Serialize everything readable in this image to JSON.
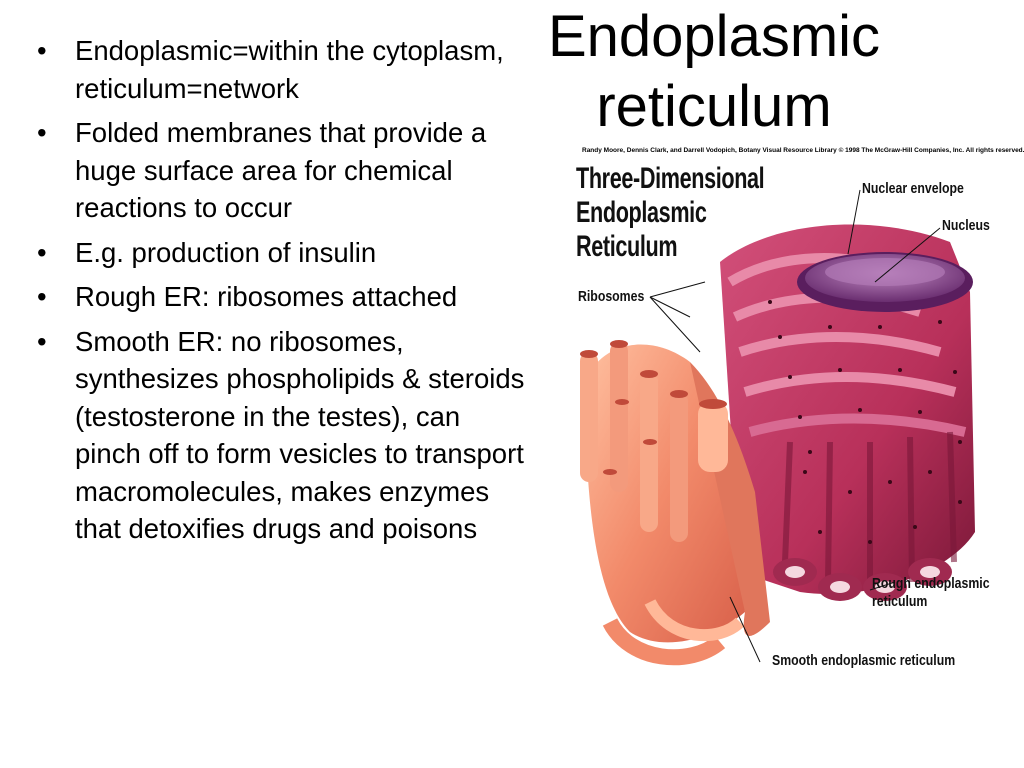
{
  "title": "Endoplasmic reticulum",
  "bullets": [
    "Endoplasmic=within the cytoplasm, reticulum=network",
    "Folded membranes that provide a huge surface area for chemical reactions to occur",
    "E.g. production of insulin",
    "Rough ER: ribosomes attached",
    "Smooth ER: no ribosomes, synthesizes phospholipids & steroids (testosterone in the testes), can pinch off to form vesicles to transport macromolecules, makes enzymes that detoxifies drugs and poisons"
  ],
  "figure": {
    "credit": "Randy Moore, Dennis Clark, and Darrell Vodopich, Botany Visual Resource Library © 1998 The McGraw-Hill Companies, Inc. All rights reserved.",
    "title_lines": [
      "Three-Dimensional",
      "Endoplasmic",
      "Reticulum"
    ],
    "labels": {
      "nuclear_envelope": "Nuclear envelope",
      "nucleus": "Nucleus",
      "ribosomes": "Ribosomes",
      "rough_er_1": "Rough endoplasmic",
      "rough_er_2": "reticulum",
      "smooth_er": "Smooth endoplasmic reticulum"
    },
    "colors": {
      "rough_er": "#b8305a",
      "rough_er_dark": "#7a1838",
      "smooth_er": "#f28a6a",
      "nucleus": "#8a4a8e"
    }
  }
}
